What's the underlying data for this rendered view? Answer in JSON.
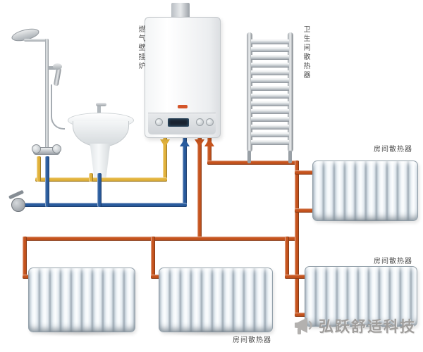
{
  "labels": {
    "boiler": "燃气壁挂炉",
    "towel_radiator": "卫生间散热器",
    "room_radiator_right_top": "房间散热器",
    "room_radiator_right_bottom": "房间散热器",
    "room_radiator_bottom_center": "房间散热器"
  },
  "watermark": {
    "text": "弘跃舒适科技"
  },
  "colors": {
    "heating_pipe": "#c6541e",
    "cold_water_pipe": "#2a5c9e",
    "hot_water_pipe": "#e3b33c",
    "boiler_logo": "#d4552a"
  },
  "icons": {
    "watermark": "megaphone-icon"
  }
}
